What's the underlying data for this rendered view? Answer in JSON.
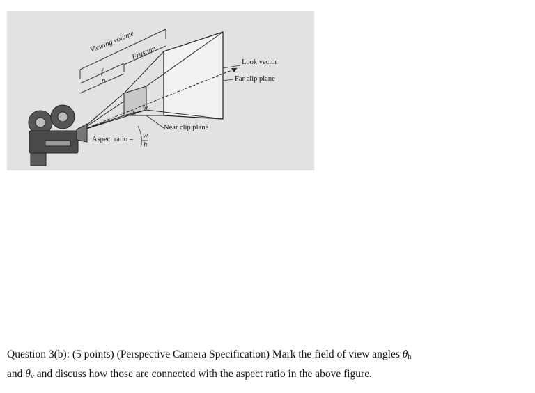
{
  "figure": {
    "labels": {
      "viewing_volume": "Viewing volume",
      "frustum": "Frustum",
      "look_vector": "Look vector",
      "far_clip_plane": "Far clip plane",
      "near_clip_plane": "Near clip plane",
      "aspect_ratio": "Aspect ratio =",
      "aspect_w": "w",
      "aspect_h": "h",
      "f": "f",
      "n": "n",
      "w": "w",
      "h": "h"
    }
  },
  "question": {
    "line1_prefix": "Question 3(b): (5 points) (Perspective Camera Specification) Mark the field of view angles ",
    "theta": "θ",
    "sub_h": "h",
    "line2_prefix": "and ",
    "sub_v": "v",
    "line2_suffix": " and discuss how those are connected with the aspect ratio in the above figure."
  }
}
